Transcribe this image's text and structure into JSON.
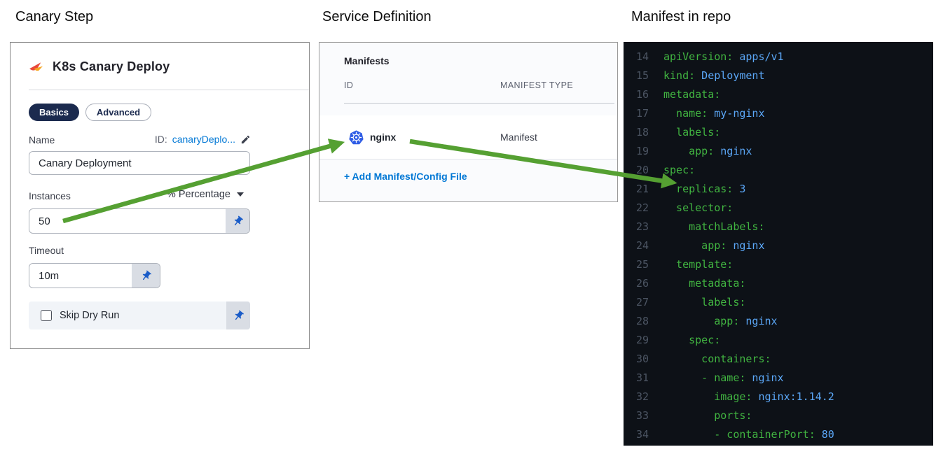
{
  "headings": {
    "canary_step": "Canary Step",
    "service_definition": "Service Definition",
    "manifest_in_repo": "Manifest in repo"
  },
  "canary_panel": {
    "title": "K8s Canary Deploy",
    "tabs": [
      {
        "label": "Basics",
        "active": true
      },
      {
        "label": "Advanced",
        "active": false
      }
    ],
    "name_label": "Name",
    "id_prefix": "ID:",
    "id_value": "canaryDeplo...",
    "name_value": "Canary Deployment",
    "instances_label": "Instances",
    "instances_unit": "% Percentage",
    "instances_value": "50",
    "timeout_label": "Timeout",
    "timeout_value": "10m",
    "skip_dry_run_label": "Skip Dry Run",
    "skip_dry_run_checked": false
  },
  "service_panel": {
    "title": "Manifests",
    "columns": {
      "id": "ID",
      "type": "MANIFEST TYPE"
    },
    "rows": [
      {
        "id": "nginx",
        "type": "Manifest",
        "icon": "kubernetes-icon"
      }
    ],
    "add_link": "+ Add Manifest/Config File"
  },
  "code_panel": {
    "language": "yaml",
    "lines": [
      {
        "num": 14,
        "indent": 0,
        "key": "apiVersion:",
        "value": "apps/v1"
      },
      {
        "num": 15,
        "indent": 0,
        "key": "kind:",
        "value": "Deployment"
      },
      {
        "num": 16,
        "indent": 0,
        "key": "metadata:",
        "value": ""
      },
      {
        "num": 17,
        "indent": 2,
        "key": "name:",
        "value": "my-nginx"
      },
      {
        "num": 18,
        "indent": 2,
        "key": "labels:",
        "value": ""
      },
      {
        "num": 19,
        "indent": 4,
        "key": "app:",
        "value": "nginx"
      },
      {
        "num": 20,
        "indent": 0,
        "key": "spec:",
        "value": ""
      },
      {
        "num": 21,
        "indent": 2,
        "key": "replicas:",
        "value": "3"
      },
      {
        "num": 22,
        "indent": 2,
        "key": "selector:",
        "value": ""
      },
      {
        "num": 23,
        "indent": 4,
        "key": "matchLabels:",
        "value": ""
      },
      {
        "num": 24,
        "indent": 6,
        "key": "app:",
        "value": "nginx"
      },
      {
        "num": 25,
        "indent": 2,
        "key": "template:",
        "value": ""
      },
      {
        "num": 26,
        "indent": 4,
        "key": "metadata:",
        "value": ""
      },
      {
        "num": 27,
        "indent": 6,
        "key": "labels:",
        "value": ""
      },
      {
        "num": 28,
        "indent": 8,
        "key": "app:",
        "value": "nginx"
      },
      {
        "num": 29,
        "indent": 4,
        "key": "spec:",
        "value": ""
      },
      {
        "num": 30,
        "indent": 6,
        "key": "containers:",
        "value": ""
      },
      {
        "num": 31,
        "indent": 6,
        "key": "- name:",
        "value": "nginx"
      },
      {
        "num": 32,
        "indent": 8,
        "key": "image:",
        "value": "nginx:1.14.2"
      },
      {
        "num": 33,
        "indent": 8,
        "key": "ports:",
        "value": ""
      },
      {
        "num": 34,
        "indent": 8,
        "key": "- containerPort:",
        "value": "80"
      }
    ]
  },
  "colors": {
    "arrow_green": "#55a032",
    "link_blue": "#0278d5",
    "tab_navy": "#1b2a4e",
    "code_bg": "#0d1117",
    "code_key_green": "#41b441",
    "code_value_blue": "#5ba7f7",
    "code_linenum_gray": "#4c5563",
    "k8s_blue": "#2f5de5",
    "pin_blue": "#1a5cc8"
  }
}
